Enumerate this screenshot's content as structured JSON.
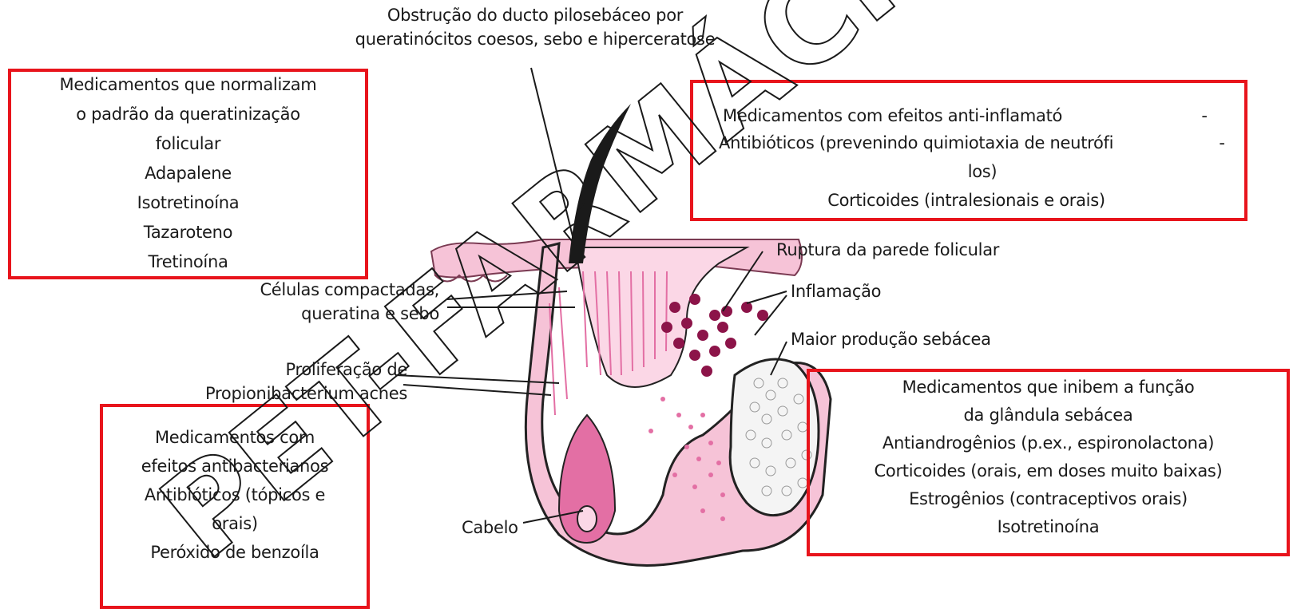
{
  "top_label": {
    "line1": "Obstrução do ducto pilosebáceo por",
    "line2": "queratinócitos coesos, sebo e hiperceratose"
  },
  "box_keratinization": {
    "lines": [
      "Medicamentos que normalizam",
      "o padrão da queratinização",
      "folicular",
      "Adapalene",
      "Isotretinoína",
      "Tazaroteno",
      "Tretinoína"
    ]
  },
  "box_antiinflammatory": {
    "line1": "Medicamentos com efeitos anti-inflamató",
    "line1_dash": "-",
    "line2": "Antibióticos (prevenindo quimiotaxia de neutrófi",
    "line2_dash": "-",
    "line3": "los)",
    "line4": "Corticoides (intralesionais e orais)"
  },
  "box_sebaceous": {
    "lines": [
      "Medicamentos que inibem a função",
      "da glândula sebácea",
      "Antiandrogênios (p.ex., espironolactona)",
      "Corticoides (orais, em doses muito baixas)",
      "Estrogênios (contraceptivos orais)",
      "Isotretinoína"
    ]
  },
  "box_antibacterial": {
    "lines": [
      "Medicamentos com",
      "efeitos antibacterianos",
      "Antibióticos (tópicos e",
      "orais)",
      "Peróxido de benzoíla"
    ]
  },
  "labels": {
    "compact_cells_1": "Células compactadas,",
    "compact_cells_2": "queratina e sebo",
    "proliferation_1": "Proliferação de",
    "proliferation_2": "Propionibacterium acnes",
    "rupture": "Ruptura da parede folicular",
    "inflammation": "Inflamação",
    "sebum_production": "Maior produção sebácea",
    "hair": "Cabelo"
  },
  "watermark": "PET-FARMÁCIA UFPB",
  "colors": {
    "box_border": "#e8141c",
    "tissue_pink": "#f6c3d7",
    "tissue_pink_dark": "#e36fa4",
    "inflammation_dots": "#8c1449",
    "hair": "#1a1a1a"
  }
}
